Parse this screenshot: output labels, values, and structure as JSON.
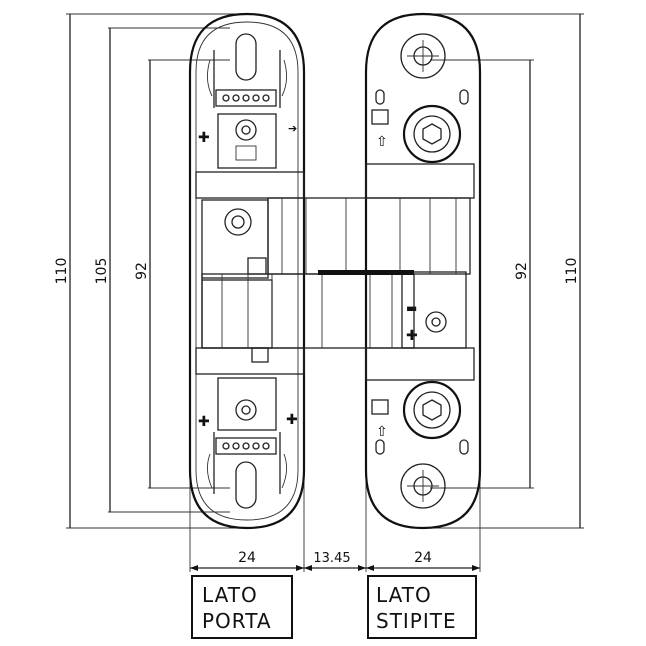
{
  "dimensions": {
    "left_outer_height": "110",
    "left_mid_height": "105",
    "left_inner_height": "92",
    "right_inner_height": "92",
    "right_outer_height": "110",
    "width_left": "24",
    "width_gap": "13.45",
    "width_right": "24"
  },
  "labels": {
    "door_side_line1": "LATO",
    "door_side_line2": "PORTA",
    "frame_side_line1": "LATO",
    "frame_side_line2": "STIPITE"
  }
}
